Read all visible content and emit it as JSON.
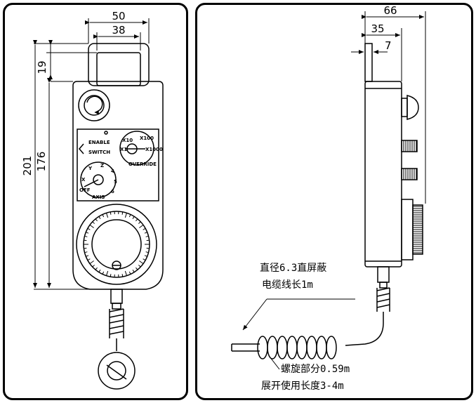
{
  "front_view": {
    "dims": {
      "width_outer": "50",
      "width_inner": "38",
      "handle_height": "19",
      "total_height": "201",
      "body_height": "176"
    },
    "labels": {
      "enable_line1": "ENABLE",
      "enable_line2": "SWITCH",
      "override": "OVERRIDE",
      "axis": "AXIS",
      "x1": "X1",
      "x10": "X10",
      "x100": "X100",
      "x1000": "X1000",
      "off": "OFF",
      "ax_x": "X",
      "ax_y": "Y",
      "ax_z": "Z",
      "ax_4": "4",
      "ax_5": "5",
      "ax_6": "6"
    }
  },
  "side_view": {
    "dims": {
      "d66": "66",
      "d35": "35",
      "d7": "7"
    },
    "notes": {
      "cable_line1": "直径6.3直屏蔽",
      "cable_line2": "电缆线长1m",
      "spiral_line1": "螺旋部分0.59m",
      "spiral_line2": "展开使用长度3-4m"
    }
  }
}
